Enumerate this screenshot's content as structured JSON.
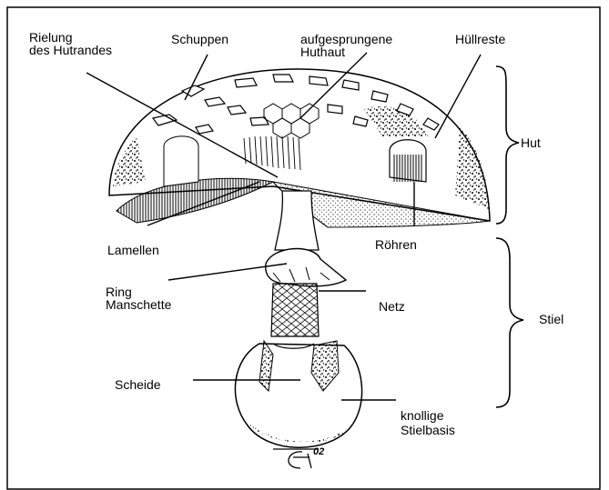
{
  "labels": {
    "rielung_line1": "Rielung",
    "rielung_line2": "des Hutrandes",
    "schuppen": "Schuppen",
    "aufgesprungene_line1": "aufgesprungene",
    "aufgesprungene_line2": "Huthaut",
    "huellreste": "Hüllreste",
    "hut": "Hut",
    "lamellen": "Lamellen",
    "roehren": "Röhren",
    "ring": "Ring",
    "manschette": "Manschette",
    "netz": "Netz",
    "stiel": "Stiel",
    "scheide": "Scheide",
    "knollige": "knollige",
    "stielbasis": "Stielbasis"
  },
  "signature": "02"
}
